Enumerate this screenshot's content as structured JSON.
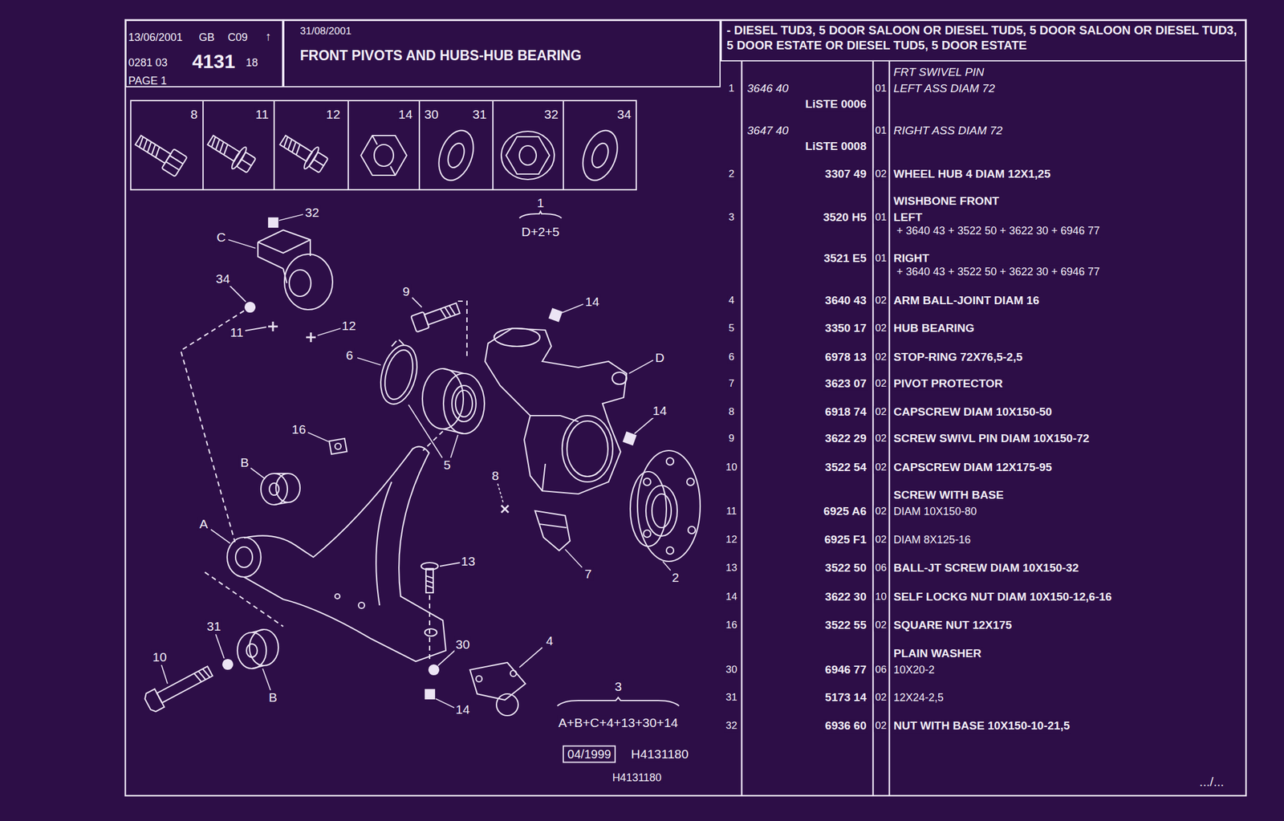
{
  "diagram": {
    "title": "FRONT PIVOTS AND HUBS-HUB BEARING",
    "nodes": [
      {
        "text": [
          "13/06/2001",
          "GB",
          "C09",
          "↑",
          "0281 03",
          "4131",
          "18",
          "PAGE 1"
        ]
      },
      {
        "text": [
          "31/08/2001"
        ]
      },
      {
        "text": [
          "- DIESEL TUD3, 5 DOOR SALOON OR DIESEL TUD5, 5 DOOR SALOON OR DIESEL TUD3, 5 DOOR ESTATE OR DIESEL TUD5, 5 DOOR ESTATE"
        ]
      }
    ],
    "labels": [
      "8",
      "11",
      "12",
      "14",
      "30",
      "31",
      "32",
      "34",
      "1",
      "D+2+5",
      "32",
      "C",
      "34",
      "11",
      "12",
      "9",
      "14",
      "6",
      "D",
      "14",
      "16",
      "5",
      "8",
      "B",
      "A",
      "7",
      "2",
      "13",
      "31",
      "30",
      "4",
      "10",
      "B",
      "14",
      "3",
      "A+B+C+4+13+30+14",
      "04/1999",
      "H4131180",
      "H4131180",
      "FRT SWIVEL PIN",
      "1",
      "3646 40",
      "LiSTE 0006",
      "01",
      "LEFT ASS DIAM 72",
      "3647 40",
      "LiSTE 0008",
      "01",
      "RIGHT ASS DIAM 72",
      "2",
      "3307 49",
      "02",
      "WHEEL HUB 4 DIAM 12X1,25",
      "WISHBONE FRONT",
      "3",
      "3520 H5",
      "01",
      "LEFT",
      "+ 3640 43 + 3522 50 + 3622 30 + 6946 77",
      "3521 E5",
      "01",
      "RIGHT",
      "+ 3640 43 + 3522 50 + 3622 30 + 6946 77",
      "4",
      "3640 43",
      "02",
      "ARM BALL-JOINT DIAM 16",
      "5",
      "3350 17",
      "02",
      "HUB BEARING",
      "6",
      "6978 13",
      "02",
      "STOP-RING 72X76,5-2,5",
      "7",
      "3623 07",
      "02",
      "PIVOT PROTECTOR",
      "8",
      "6918 74",
      "02",
      "CAPSCREW DIAM 10X150-50",
      "9",
      "3622 29",
      "02",
      "SCREW SWIVL PIN DIAM 10X150-72",
      "10",
      "3522 54",
      "02",
      "CAPSCREW DIAM 12X175-95",
      "SCREW WITH BASE",
      "11",
      "6925 A6",
      "02",
      "DIAM 10X150-80",
      "12",
      "6925 F1",
      "02",
      "DIAM 8X125-16",
      "13",
      "3522 50",
      "06",
      "BALL-JT SCREW DIAM 10X150-32",
      "14",
      "3622 30",
      "10",
      "SELF LOCKG NUT DIAM 10X150-12,6-16",
      "16",
      "3522 55",
      "02",
      "SQUARE NUT 12X175",
      "PLAIN WASHER",
      "30",
      "6946 77",
      "06",
      "10X20-2",
      "31",
      "5173 14",
      "02",
      "12X24-2,5",
      "32",
      "6936 60",
      "02",
      "NUT WITH BASE 10X150-10-21,5",
      ".../..."
    ]
  }
}
